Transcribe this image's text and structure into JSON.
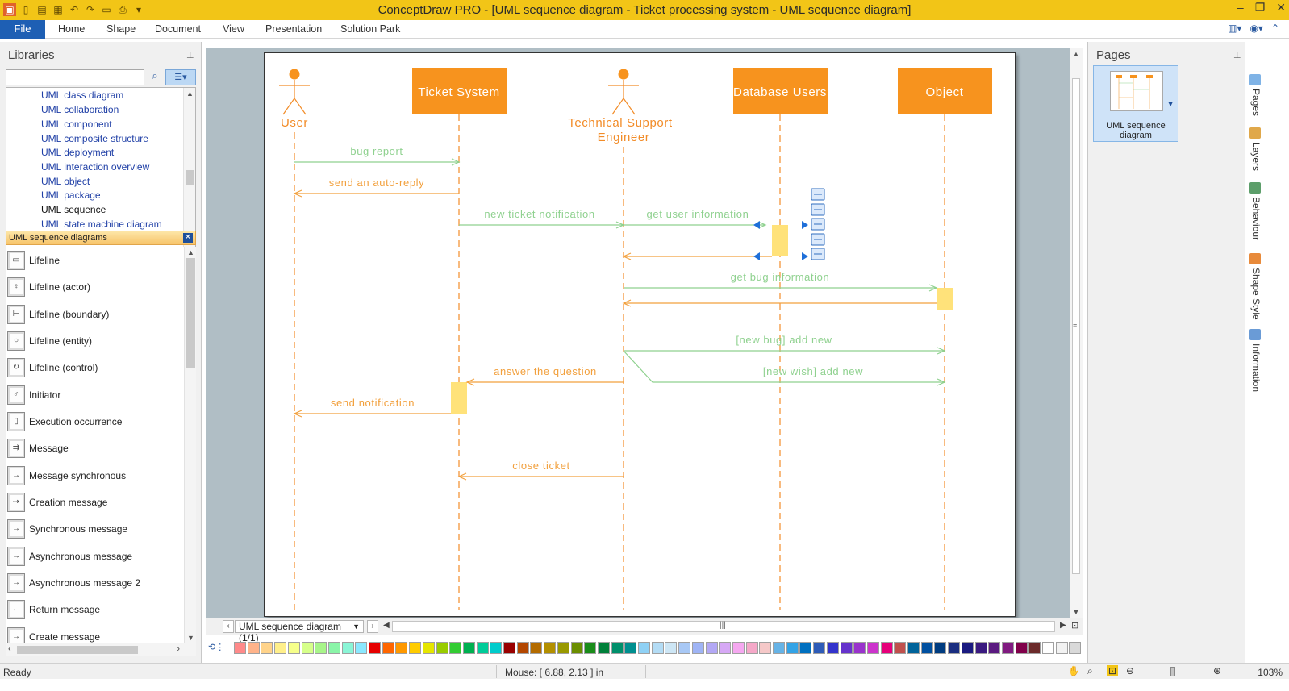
{
  "window": {
    "title": "ConceptDraw PRO - [UML sequence diagram - Ticket processing system - UML sequence diagram]"
  },
  "ribbon": {
    "file": "File",
    "tabs": [
      "Home",
      "Shape",
      "Document",
      "View",
      "Presentation",
      "Solution Park"
    ]
  },
  "libraries": {
    "title": "Libraries",
    "search_value": "",
    "tree": [
      "UML class diagram",
      "UML collaboration",
      "UML component",
      "UML composite structure",
      "UML deployment",
      "UML interaction overview",
      "UML object",
      "UML package",
      "UML sequence",
      "UML state machine diagram"
    ],
    "selected": "UML sequence",
    "active_library": "UML sequence diagrams",
    "shapes": [
      "Lifeline",
      "Lifeline (actor)",
      "Lifeline (boundary)",
      "Lifeline (entity)",
      "Lifeline (control)",
      "Initiator",
      "Execution occurrence",
      "Message",
      "Message synchronous",
      "Creation message",
      "Synchronous message",
      "Asynchronous message",
      "Asynchronous message 2",
      "Return message",
      "Create message"
    ]
  },
  "diagram": {
    "lifelines": [
      {
        "name": "User",
        "kind": "actor"
      },
      {
        "name": "Ticket System",
        "kind": "box"
      },
      {
        "name": "Technical Support Engineer",
        "kind": "actor",
        "line1": "Technical Support",
        "line2": "Engineer"
      },
      {
        "name": "Database Users",
        "kind": "box"
      },
      {
        "name": "Object",
        "kind": "box"
      }
    ],
    "messages": [
      {
        "label": "bug report",
        "from": 0,
        "to": 1,
        "type": "call"
      },
      {
        "label": "send an auto-reply",
        "from": 1,
        "to": 0,
        "type": "return"
      },
      {
        "label": "new ticket notification",
        "from": 1,
        "to": 2,
        "type": "call"
      },
      {
        "label": "get user information",
        "from": 2,
        "to": 3,
        "type": "call"
      },
      {
        "label": "",
        "from": 3,
        "to": 2,
        "type": "return"
      },
      {
        "label": "get bug information",
        "from": 2,
        "to": 4,
        "type": "call"
      },
      {
        "label": "",
        "from": 4,
        "to": 2,
        "type": "return"
      },
      {
        "label": "[new bug] add new",
        "from": 2,
        "to": 4,
        "type": "call"
      },
      {
        "label": "[new wish] add new",
        "from": 2,
        "to": 4,
        "type": "call"
      },
      {
        "label": "answer the question",
        "from": 2,
        "to": 1,
        "type": "return"
      },
      {
        "label": "send notification",
        "from": 1,
        "to": 0,
        "type": "return"
      },
      {
        "label": "close ticket",
        "from": 2,
        "to": 1,
        "type": "return"
      }
    ],
    "colors": {
      "lifeline": "#f28c28",
      "box_fill": "#f7931e",
      "call": "#8fd18f",
      "return": "#f2a03d",
      "activation": "#ffe27a"
    }
  },
  "page_tabs": {
    "current": "UML sequence diagram (1/1)"
  },
  "pages_panel": {
    "title": "Pages",
    "page_label": "UML sequence diagram"
  },
  "side_tabs": [
    "Pages",
    "Layers",
    "Behaviour",
    "Shape Style",
    "Information"
  ],
  "status": {
    "ready": "Ready",
    "mouse": "Mouse: [ 6.88, 2.13 ] in",
    "zoom": "103%"
  },
  "palette": [
    "#ff8a8a",
    "#ffb38a",
    "#ffd38a",
    "#ffef8a",
    "#f6ff8a",
    "#d6ff8a",
    "#a8f58a",
    "#8af5a8",
    "#8af5d6",
    "#8ae8ff",
    "#e60000",
    "#ff6600",
    "#ff9900",
    "#ffcc00",
    "#e6e600",
    "#99cc00",
    "#33cc33",
    "#00b050",
    "#00cc99",
    "#00cccc",
    "#990000",
    "#b34700",
    "#b36b00",
    "#b38f00",
    "#999900",
    "#6b8e00",
    "#1a8c1a",
    "#00803a",
    "#008f6b",
    "#008f8f",
    "#8fd1f5",
    "#b3dcf5",
    "#cde6f5",
    "#a8c8f5",
    "#9fb4f5",
    "#b3a8f5",
    "#d6a8f5",
    "#f5a8f0",
    "#f5a8c8",
    "#f5c8c8",
    "#66b3e6",
    "#33a3e6",
    "#0070c0",
    "#2e5cb8",
    "#3333cc",
    "#6633cc",
    "#9933cc",
    "#cc33cc",
    "#e6007a",
    "#c0504d",
    "#00639a",
    "#0050a0",
    "#003c80",
    "#1a2e80",
    "#1a1a80",
    "#3a1a80",
    "#5a1a80",
    "#801a80",
    "#80004a",
    "#6b2a2a",
    "#ffffff",
    "#f2f2f2",
    "#d9d9d9"
  ]
}
